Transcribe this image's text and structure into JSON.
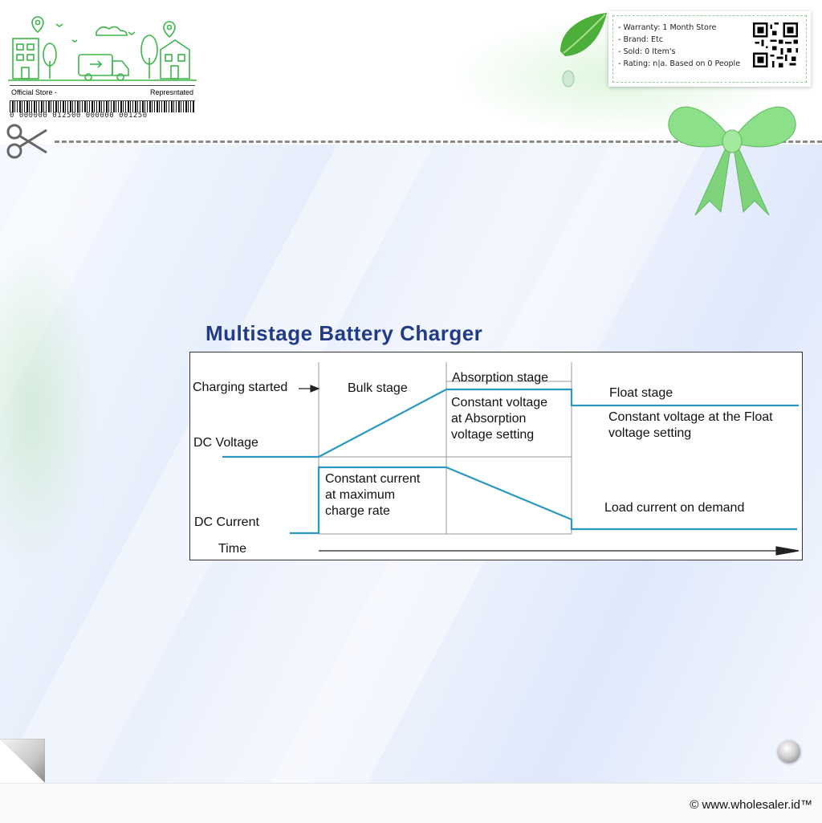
{
  "store_card": {
    "left_label": "Official Store -",
    "right_label": "Represntated",
    "barcode_digits": "0 000000 012500  000000 001250"
  },
  "info_card": {
    "lines": [
      "- Warranty: 1 Month Store",
      "- Brand: Etc",
      "- Sold: 0 Item's",
      "- Rating: n|a. Based on 0 People"
    ]
  },
  "diagram": {
    "title": "Multistage Battery Charger",
    "labels": {
      "charging_started": "Charging started",
      "bulk_stage": "Bulk stage",
      "absorption_stage": "Absorption stage",
      "float_stage": "Float stage",
      "dc_voltage": "DC Voltage",
      "dc_current": "DC Current",
      "time": "Time",
      "absorption_desc_1": "Constant voltage",
      "absorption_desc_2": "at Absorption",
      "absorption_desc_3": "voltage setting",
      "float_desc_1": "Constant voltage at the Float",
      "float_desc_2": "voltage setting",
      "bulk_desc_1": "Constant current",
      "bulk_desc_2": "at maximum",
      "bulk_desc_3": "charge rate",
      "load_current": "Load current on demand"
    },
    "colors": {
      "curve": "#2a98c0",
      "title": "#233b85",
      "grid": "#9a9a9a"
    }
  },
  "footer": {
    "copyright": "© www.wholesaler.id™"
  },
  "icons": [
    "location-pin-icon",
    "delivery-truck-icon",
    "tree-icon",
    "building-icon",
    "scissors-icon",
    "leaf-icon",
    "bow-icon",
    "qr-code-icon",
    "page-curl-icon",
    "metal-button-icon"
  ]
}
